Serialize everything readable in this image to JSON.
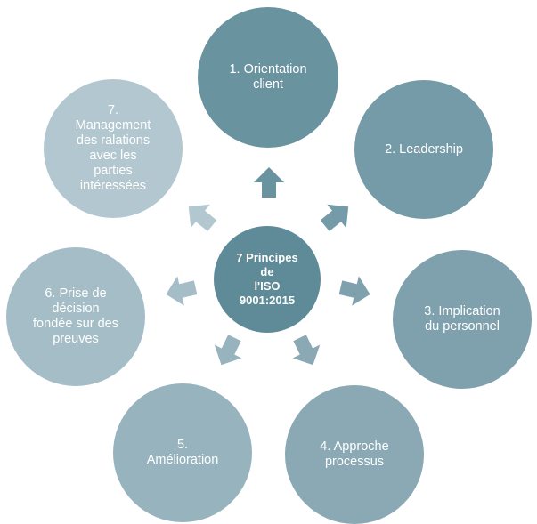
{
  "center": {
    "label": "7 Principes\nde\nl'ISO\n9001:2015",
    "color": "#5f8b98"
  },
  "principles": [
    {
      "label": "1. Orientation\nclient",
      "color": "#6a93a0"
    },
    {
      "label": "2. Leadership",
      "color": "#769ba8"
    },
    {
      "label": "3. Implication\ndu personnel",
      "color": "#7fa1ad"
    },
    {
      "label": "4. Approche\nprocessus",
      "color": "#8aa9b4"
    },
    {
      "label": "5.\nAmélioration",
      "color": "#97b3bd"
    },
    {
      "label": "6. Prise de\ndécision\nfondée sur des\npreuves",
      "color": "#a5bdc6"
    },
    {
      "label": "7.\nManagement\ndes ralations\navec les\nparties\nintéressées",
      "color": "#b2c7cf"
    }
  ],
  "arrows": [
    {
      "name": "arrow-to-principle-1-icon",
      "color": "#6a93a0"
    },
    {
      "name": "arrow-to-principle-2-icon",
      "color": "#769ba8"
    },
    {
      "name": "arrow-to-principle-3-icon",
      "color": "#7fa1ad"
    },
    {
      "name": "arrow-to-principle-4-icon",
      "color": "#8aa9b4"
    },
    {
      "name": "arrow-to-principle-5-icon",
      "color": "#97b3bd"
    },
    {
      "name": "arrow-to-principle-6-icon",
      "color": "#a5bdc6"
    },
    {
      "name": "arrow-to-principle-7-icon",
      "color": "#b2c7cf"
    }
  ]
}
